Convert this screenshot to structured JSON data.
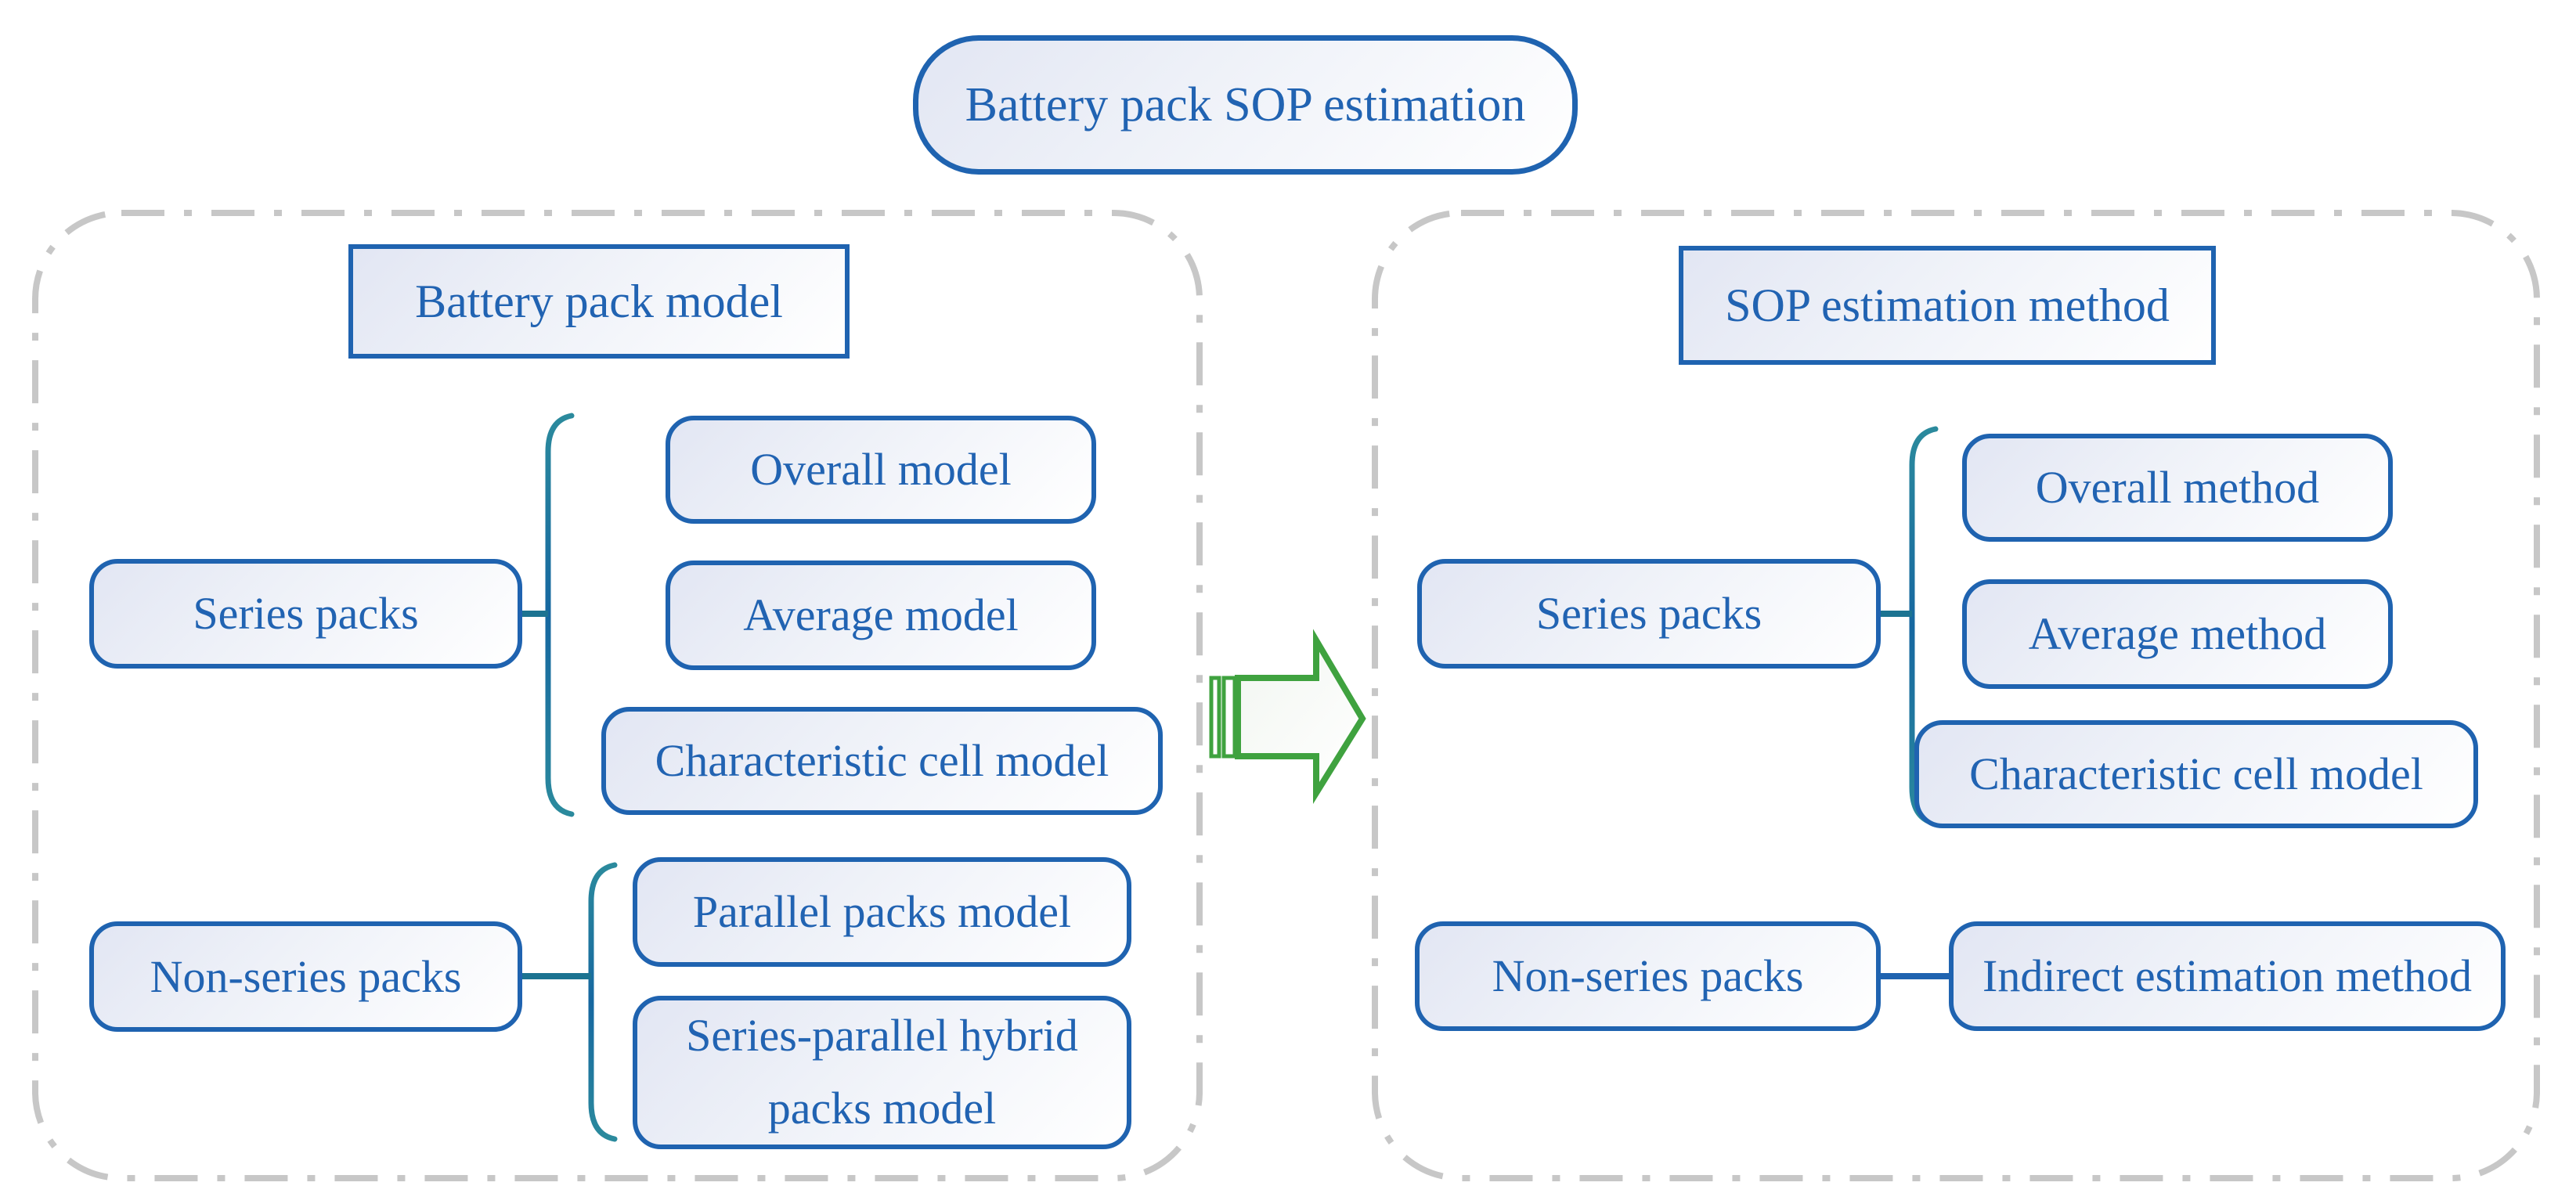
{
  "title": "Battery pack SOP estimation",
  "left_panel": {
    "header": "Battery pack model",
    "series": {
      "label": "Series packs",
      "children": {
        "overall": "Overall model",
        "average": "Average model",
        "characteristic": "Characteristic cell model"
      }
    },
    "non_series": {
      "label": "Non-series packs",
      "children": {
        "parallel": "Parallel  packs model",
        "hybrid": "Series-parallel hybrid packs model"
      }
    }
  },
  "right_panel": {
    "header": "SOP estimation method",
    "series": {
      "label": "Series packs",
      "children": {
        "overall": "Overall method",
        "average": "Average method",
        "characteristic": "Characteristic cell model"
      }
    },
    "non_series": {
      "label": "Non-series packs",
      "children": {
        "indirect": "Indirect estimation method"
      }
    }
  },
  "arrow": {
    "type": "striped-right-arrow",
    "direction": "right"
  },
  "colors": {
    "box_border": "#1f63b0",
    "text": "#2163b2",
    "bracket": "#1c7391",
    "connector_blue": "#1f63b0",
    "panel_dash": "#c7c7c7",
    "arrow_green": "#3fa23f",
    "fill_light": "#e2e6f3"
  }
}
